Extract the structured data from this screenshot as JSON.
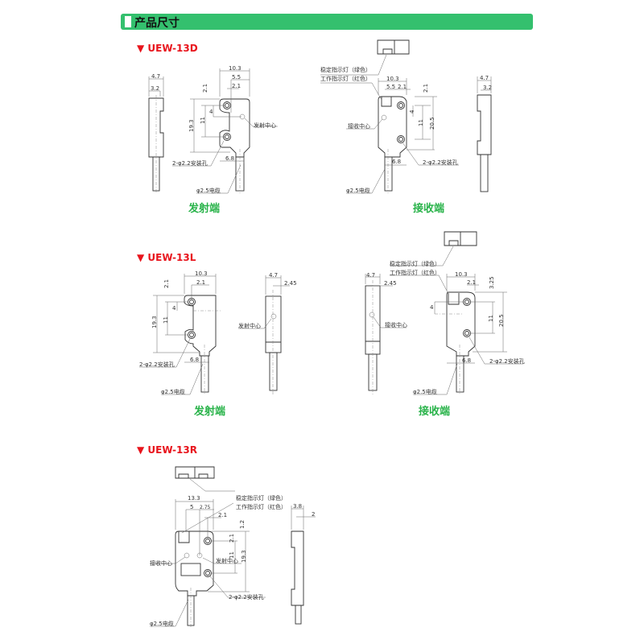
{
  "header": {
    "title": "产品尺寸"
  },
  "colors": {
    "header_bg": "#34c06e",
    "model_title": "#e8141c",
    "side_label": "#29b34a"
  },
  "models": [
    {
      "name": "▼ UEW-13D",
      "emitter": {
        "label": "发射端",
        "dims": [
          "4.7",
          "3.2",
          "10.3",
          "5.5",
          "2.1",
          "2.1",
          "19.3",
          "11",
          "4",
          "6.8"
        ],
        "center": "发射中心",
        "holes": "2-φ2.2安装孔",
        "cable": "φ2.5电缆"
      },
      "receiver": {
        "label": "接收端",
        "dims": [
          "10.3",
          "5.5",
          "2.1",
          "2.1",
          "4",
          "11",
          "20.5",
          "6.8",
          "4.7",
          "3.2"
        ],
        "stable_led": "稳定指示灯（绿色）",
        "work_led": "工作指示灯（红色）",
        "center": "接收中心",
        "holes": "2-φ2.2安装孔",
        "cable": "φ2.5电缆"
      }
    },
    {
      "name": "▼ UEW-13L",
      "emitter": {
        "label": "发射端",
        "dims": [
          "10.3",
          "2.1",
          "2.1",
          "19.3",
          "11",
          "4",
          "6.8",
          "4.7",
          "2.45"
        ],
        "center": "发射中心",
        "holes": "2-φ2.2安装孔",
        "cable": "φ2.5电缆"
      },
      "receiver": {
        "label": "接收端",
        "dims": [
          "4.7",
          "2.45",
          "10.3",
          "2.1",
          "3.25",
          "4",
          "11",
          "20.5",
          "6.8"
        ],
        "stable_led": "稳定指示灯（绿色）",
        "work_led": "工作指示灯（红色）",
        "center": "接收中心",
        "holes": "2-φ2.2安装孔",
        "cable": "φ2.5电缆"
      }
    },
    {
      "name": "▼ UEW-13R",
      "dims": [
        "13.3",
        "5",
        "2.75",
        "2.1",
        "1.2",
        "2.1",
        "11",
        "19.3",
        "3.8",
        "2"
      ],
      "stable_led": "稳定指示灯（绿色）",
      "work_led": "工作指示灯（红色）",
      "rx_center": "接收中心",
      "tx_center": "发射中心",
      "holes": "2-φ2.2安装孔",
      "cable": "φ2.5电缆"
    }
  ]
}
